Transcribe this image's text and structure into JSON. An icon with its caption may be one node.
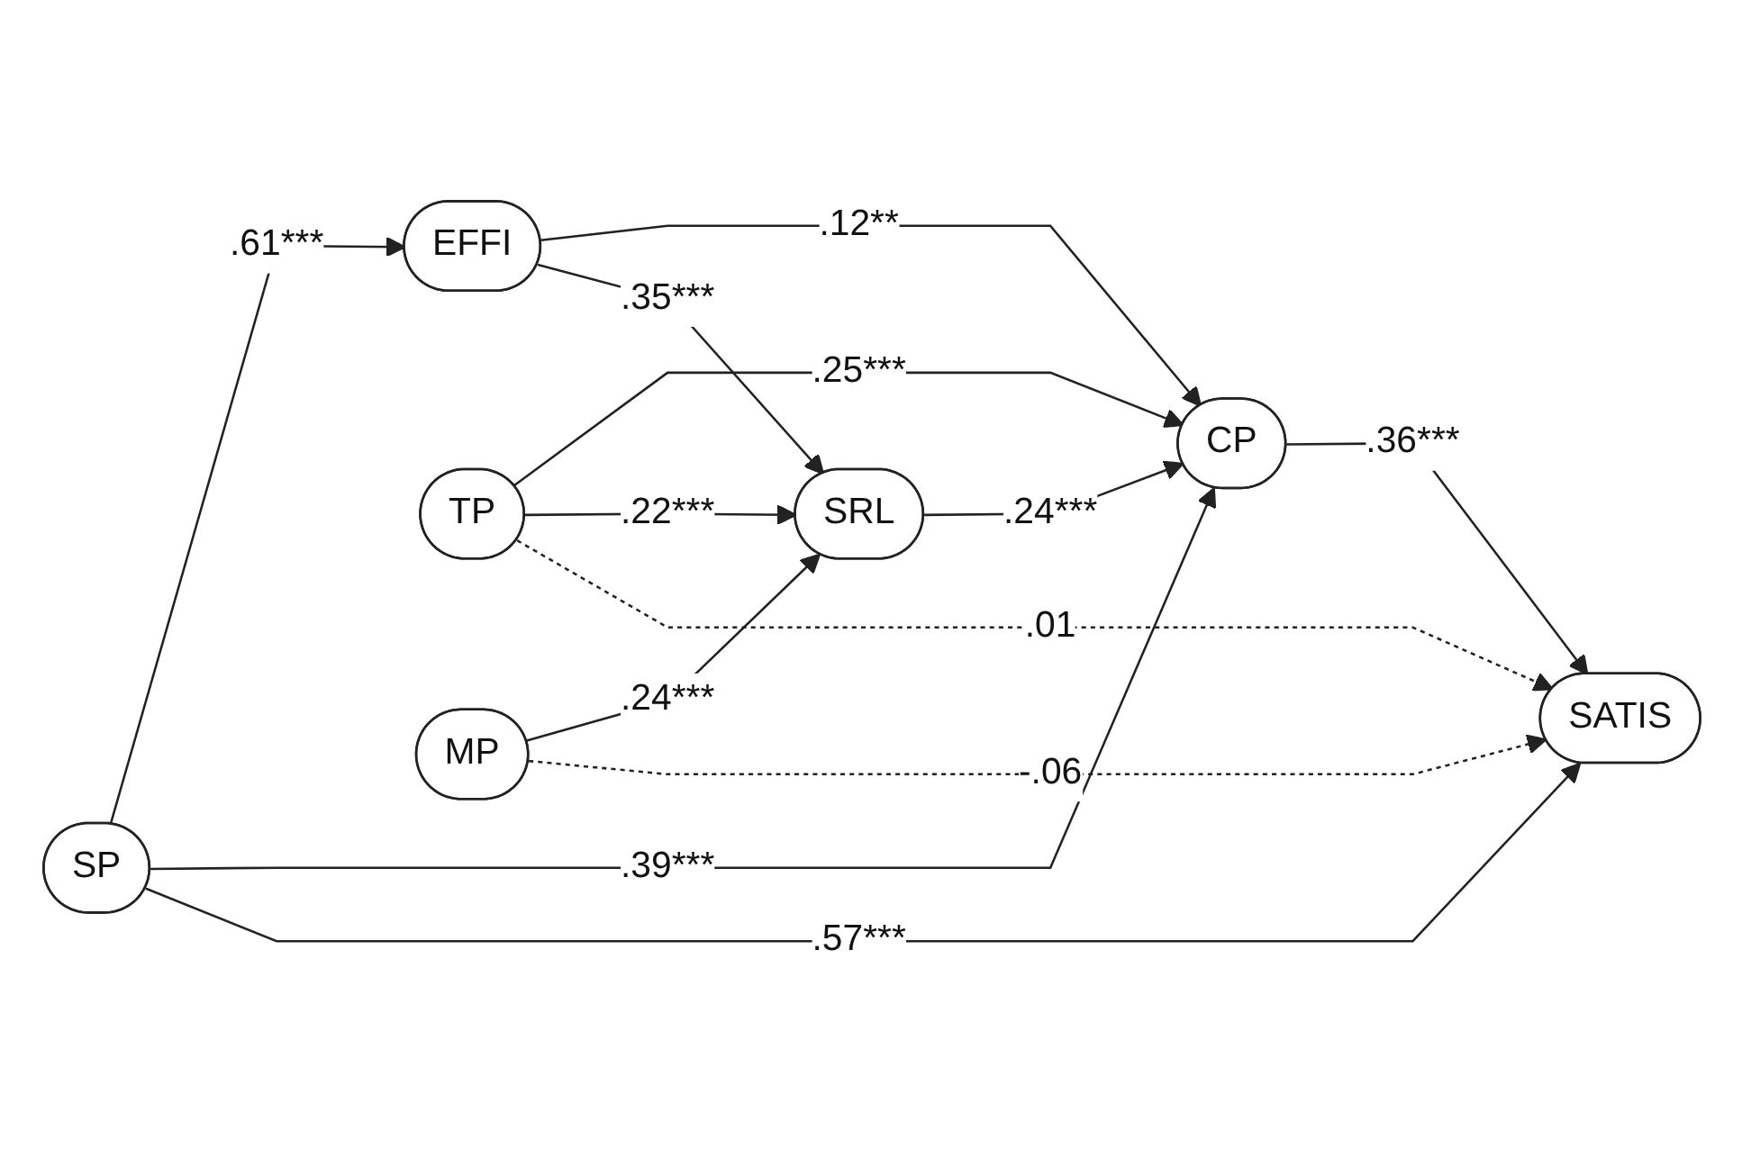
{
  "diagram": {
    "nodes": [
      {
        "text": [
          "EFFI"
        ]
      },
      {
        "text": [
          "TP"
        ]
      },
      {
        "text": [
          "CP"
        ]
      },
      {
        "text": [
          "SP"
        ]
      },
      {
        "text": [
          "MP"
        ]
      },
      {
        "text": [
          "SATIS"
        ]
      },
      {
        "text": [
          "SRL"
        ]
      }
    ],
    "edges": [
      {
        "from": 1,
        "to": 2,
        "arrow": "to",
        "label": ".25***"
      },
      {
        "from": 1,
        "to": 6,
        "arrow": "to",
        "label": ".22***"
      },
      {
        "from": 1,
        "to": 5,
        "arrow": "to",
        "label": ".01",
        "style": "dashed"
      },
      {
        "from": 3,
        "to": 0,
        "arrow": "to",
        "label": ".61***"
      },
      {
        "from": 3,
        "to": 2,
        "arrow": "to",
        "label": ".39***"
      },
      {
        "from": 3,
        "to": 5,
        "arrow": "to",
        "label": ".57***"
      },
      {
        "from": 4,
        "to": 6,
        "arrow": "to",
        "label": ".24***"
      },
      {
        "from": 4,
        "to": 5,
        "arrow": "to",
        "label": "-.06",
        "style": "dashed"
      },
      {
        "from": 0,
        "to": 2,
        "arrow": "to",
        "label": ".12**"
      },
      {
        "from": 0,
        "to": 6,
        "arrow": "to",
        "label": ".35***"
      },
      {
        "from": 6,
        "to": 2,
        "arrow": "to",
        "label": ".24***"
      },
      {
        "from": 2,
        "to": 5,
        "arrow": "to",
        "label": ".36***"
      }
    ]
  }
}
